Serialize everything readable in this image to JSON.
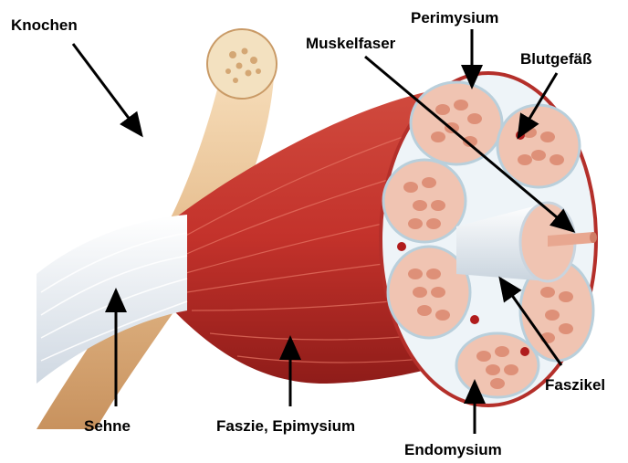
{
  "labels": {
    "knochen": "Knochen",
    "perimysium": "Perimysium",
    "muskelfaser": "Muskelfaser",
    "blutgefaess": "Blutgefäß",
    "faszikel": "Faszikel",
    "sehne": "Sehne",
    "faszie": "Faszie, Epimysium",
    "endomysium": "Endomysium"
  },
  "colors": {
    "bone": "#e9c49a",
    "muscle": "#c8322c",
    "muscle_dark": "#9e1f1c",
    "tendon": "#eef2f6",
    "fascicle": "#f0c4b2",
    "fiber": "#de9078",
    "perimysium": "#dbe8ef",
    "vessel": "#b01c1c"
  }
}
